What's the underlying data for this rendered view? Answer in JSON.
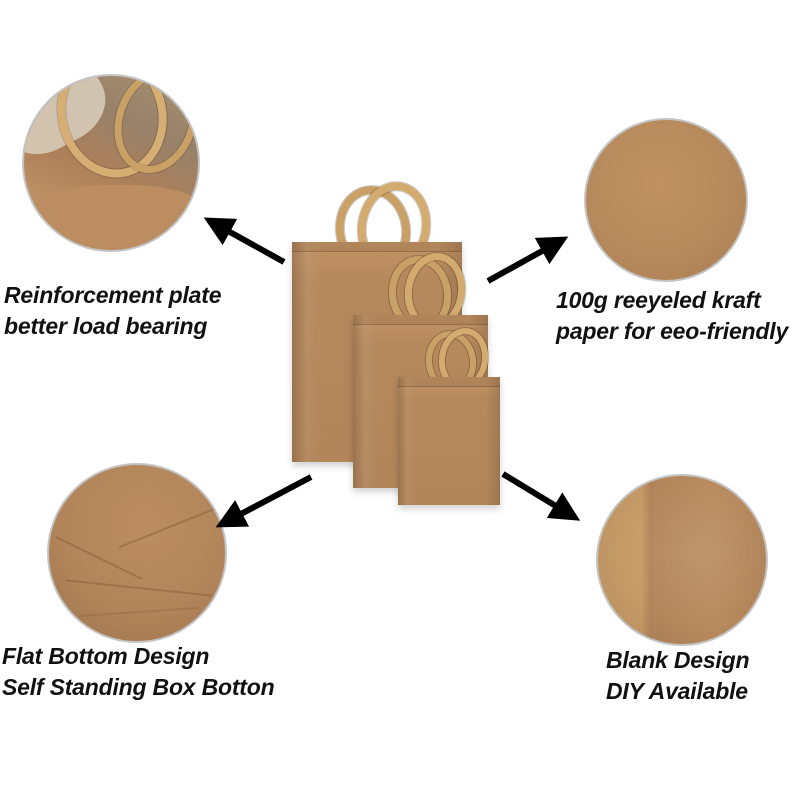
{
  "callouts": {
    "top_left": {
      "line1": "Reinforcement plate",
      "line2": "better load bearing"
    },
    "top_right": {
      "line1": "100g reeyeled kraft",
      "line2": "paper for eeo-friendly"
    },
    "bottom_left": {
      "line1": "Flat Bottom Design",
      "line2": "Self Standing Box Botton"
    },
    "bottom_right": {
      "line1": "Blank Design",
      "line2": "DIY Available"
    }
  },
  "insets": {
    "top_left": "bag-interior-handle-detail-photo",
    "top_right": "kraft-paper-texture-photo",
    "bottom_left": "flat-bottom-detail-photo",
    "bottom_right": "blank-side-detail-photo"
  },
  "colors": {
    "background": "#ffffff",
    "kraft": "#b2855a",
    "handle": "#c9a065",
    "text": "#111111",
    "arrow": "#000000"
  }
}
